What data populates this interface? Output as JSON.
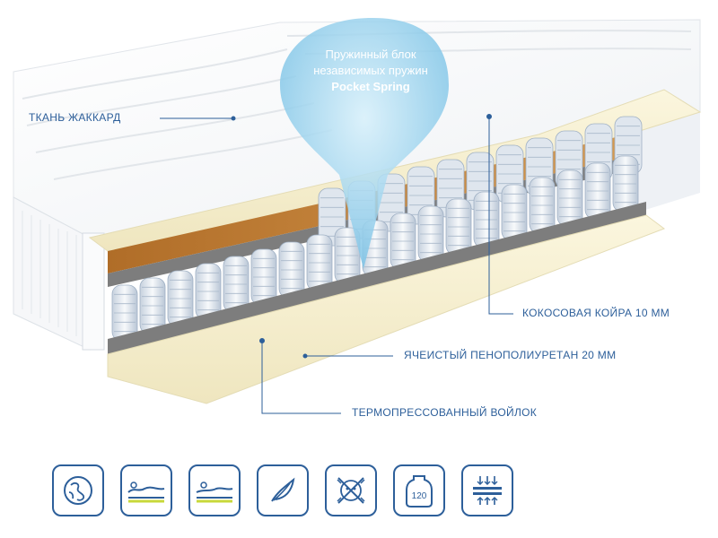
{
  "bubble": {
    "line1": "Пружинный блок",
    "line2": "независимых пружин",
    "line3": "Pocket Spring"
  },
  "labels": {
    "fabric": "ТКАНЬ ЖАККАРД",
    "coconut": "КОКОСОВАЯ КОЙРА 10 ММ",
    "foam": "ЯЧЕИСТЫЙ ПЕНОПОЛИУРЕТАН 20 ММ",
    "felt": "ТЕРМОПРЕССОВАННЫЙ ВОЙЛОК"
  },
  "icons": [
    {
      "name": "globe-icon"
    },
    {
      "name": "body-support-icon"
    },
    {
      "name": "body-rest-icon"
    },
    {
      "name": "leaf-icon"
    },
    {
      "name": "no-allergy-icon"
    },
    {
      "name": "weight-120-icon",
      "text": "120"
    },
    {
      "name": "layers-pressure-icon"
    }
  ],
  "colors": {
    "accent": "#2d5f9a",
    "bubble": "#a9dcf2",
    "coconut": "#c9863a",
    "foam": "#f5efcf",
    "felt": "#7d7d7d",
    "spring": "#e6ecf3"
  }
}
